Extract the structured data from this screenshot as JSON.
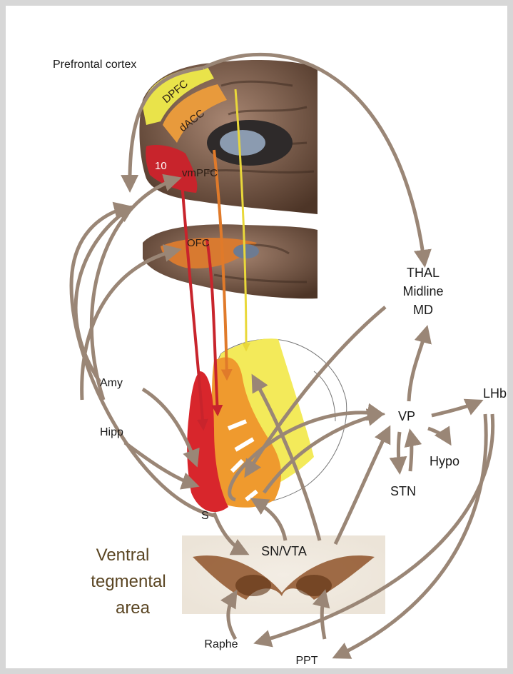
{
  "labels": {
    "prefrontal_cortex": "Prefrontal cortex",
    "dpfc": "DPFC",
    "dacc": "dACC",
    "area10": "10",
    "vmpfc": "vmPFC",
    "ofc": "OFC",
    "thal_line1": "THAL",
    "thal_line2": "Midline",
    "thal_line3": "MD",
    "amy": "Amy",
    "hipp": "Hipp",
    "s": "S",
    "vp": "VP",
    "lhb": "LHb",
    "hypo": "Hypo",
    "stn": "STN",
    "sn_vta": "SN/VTA",
    "raphe": "Raphe",
    "ppt": "PPT",
    "vta_line1": "Ventral",
    "vta_line2": "tegmental",
    "vta_line3": "area"
  },
  "colors": {
    "background": "#d7d7d7",
    "arrow_brown": "#9a8676",
    "dpfc_yellow": "#e9e34a",
    "dacc_orange": "#e89a3c",
    "vmpfc_red": "#c8242c",
    "striatum_yellow": "#f3ea5a",
    "striatum_orange": "#ef9a2e",
    "striatum_red": "#d8262c",
    "cortex_brown": "#8a6a55"
  }
}
